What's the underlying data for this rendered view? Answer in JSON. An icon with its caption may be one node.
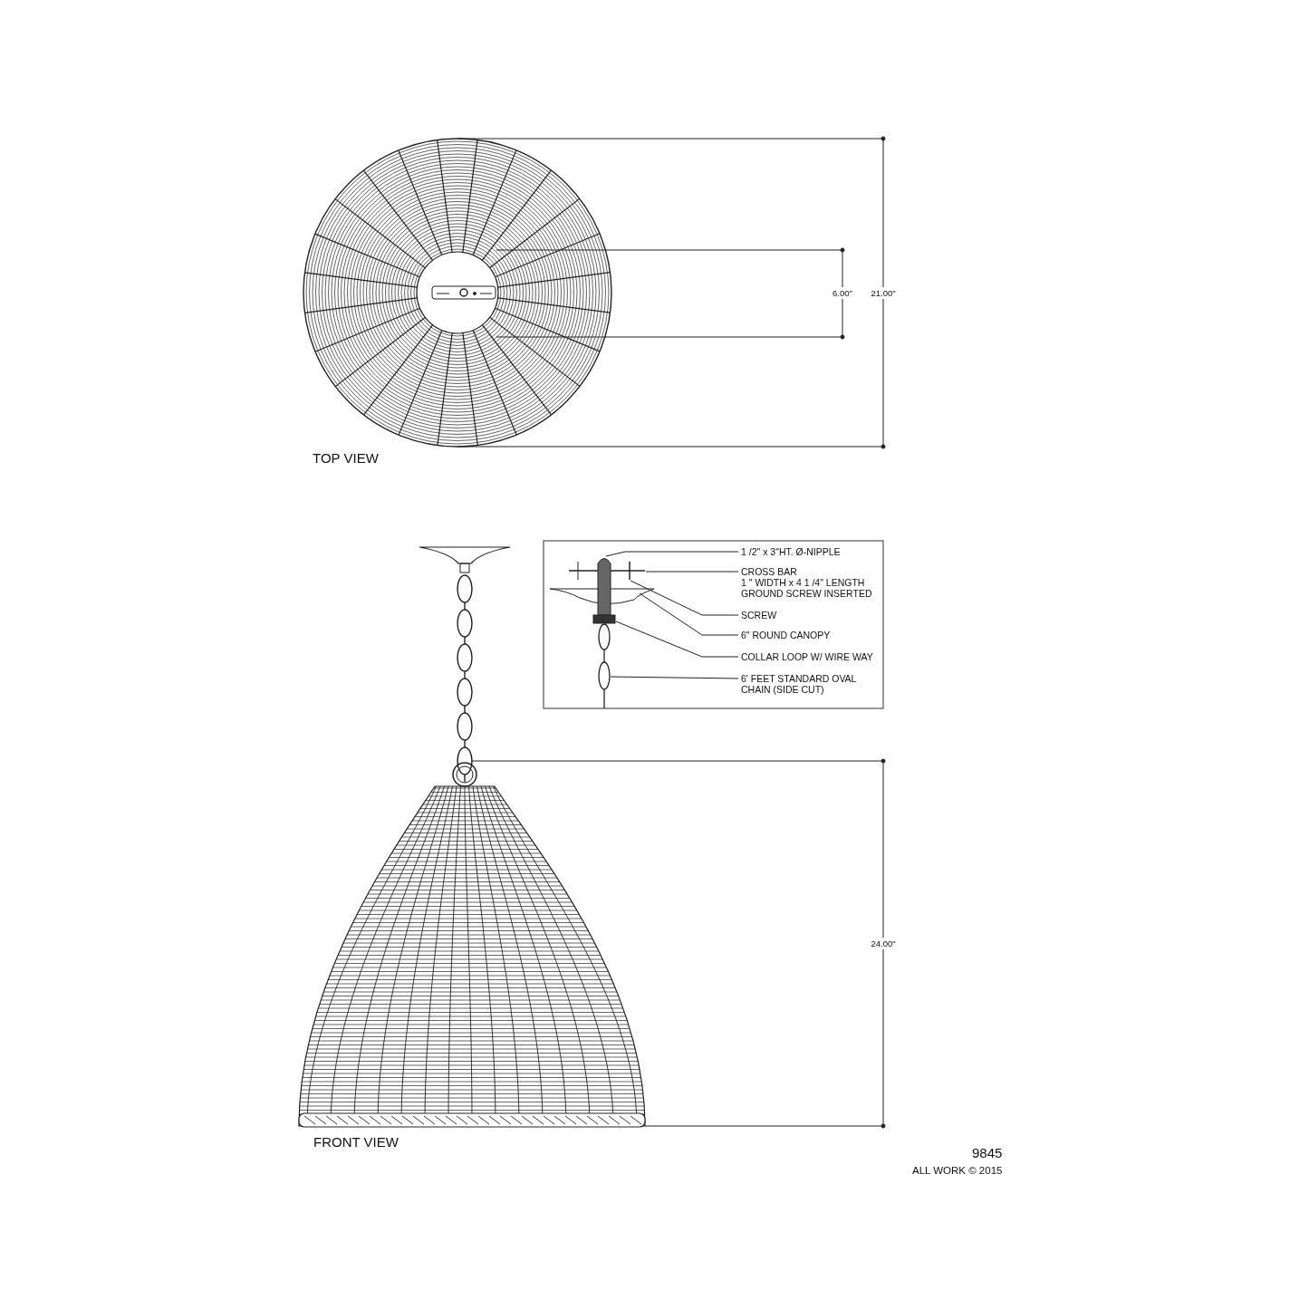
{
  "diagram": {
    "nodes": [
      {
        "text": [
          "1 /2\" x 3\"HT. Ø-NIPPLE"
        ]
      },
      {
        "text": [
          "CROSS BAR",
          "1 \" WIDTH x 4 1 /4\" LENGTH GROUND SCREW INSERTED"
        ]
      },
      {
        "text": [
          "SCREW"
        ]
      },
      {
        "text": [
          "6\" ROUND CANOPY"
        ]
      },
      {
        "text": [
          "COLLAR LOOP W/ WIRE WAY"
        ]
      },
      {
        "text": [
          "6' FEET STANDARD OVAL CHAIN (SIDE CUT)"
        ]
      },
      {
        "text": [],
        "shape": "bar"
      },
      {
        "text": [],
        "shape": "picture"
      },
      {
        "text": [],
        "shape": "picture",
        "in": 7
      },
      {
        "text": [],
        "shape": "picture"
      },
      {
        "text": [],
        "shape": "box"
      },
      {
        "text": [],
        "shape": "picture"
      }
    ],
    "edges": [
      {
        "from": 0,
        "to": 6,
        "arrow": "none"
      },
      {
        "from": 1,
        "to": 7,
        "arrow": "none"
      },
      {
        "from": 2,
        "to": 8,
        "arrow": "none"
      },
      {
        "from": 3,
        "to": 9,
        "arrow": "none"
      },
      {
        "from": 4,
        "to": 10,
        "arrow": "none"
      },
      {
        "from": 5,
        "to": 11,
        "arrow": "none"
      }
    ],
    "labels": [
      "6.00\"",
      "21.00\"",
      "TOP VIEW",
      "24.00\"",
      "FRONT VIEW",
      "9845",
      "ALL WORK © 2015"
    ]
  }
}
